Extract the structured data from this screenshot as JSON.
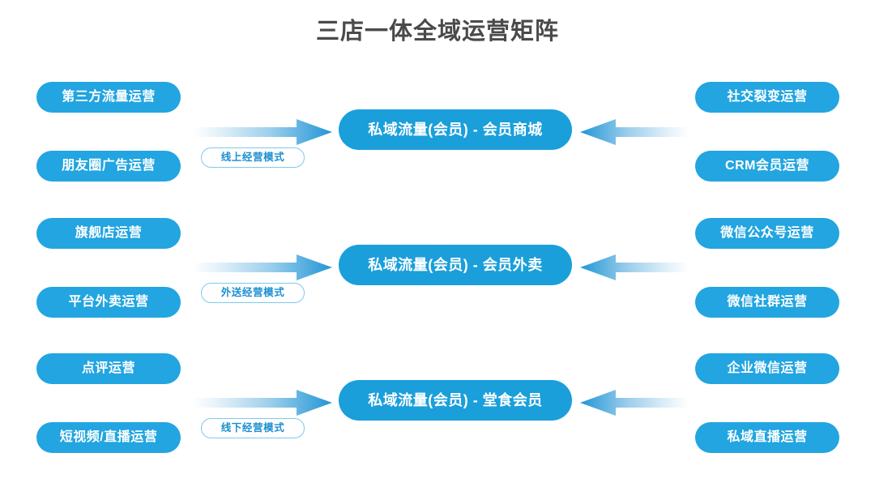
{
  "title": "三店一体全域运营矩阵",
  "colors": {
    "title_text": "#4a4a4a",
    "chip_blue": "#22a5e0",
    "hub_blue": "#1a9fdb",
    "mode_border": "#7ec8ef",
    "mode_text": "#1b8fd0",
    "arrow_gradient_start": "#ffffff",
    "arrow_gradient_end": "#2196d6",
    "background": "#ffffff"
  },
  "rows": [
    {
      "hub": "私域流量(会员) - 会员商城",
      "mode": "线上经营模式",
      "left_chips": [
        "第三方流量运营",
        "朋友圈广告运营"
      ],
      "right_chips": [
        "社交裂变运营",
        "CRM会员运营"
      ],
      "left_arrow_icon": "arrow-right-icon",
      "right_arrow_icon": "arrow-left-icon"
    },
    {
      "hub": "私域流量(会员) - 会员外卖",
      "mode": "外送经营模式",
      "left_chips": [
        "旗舰店运营",
        "平台外卖运营"
      ],
      "right_chips": [
        "微信公众号运营",
        "微信社群运营"
      ],
      "left_arrow_icon": "arrow-right-icon",
      "right_arrow_icon": "arrow-left-icon"
    },
    {
      "hub": "私域流量(会员) - 堂食会员",
      "mode": "线下经营模式",
      "left_chips": [
        "点评运营",
        "短视频/直播运营"
      ],
      "right_chips": [
        "企业微信运营",
        "私域直播运营"
      ],
      "left_arrow_icon": "arrow-right-icon",
      "right_arrow_icon": "arrow-left-icon"
    }
  ]
}
